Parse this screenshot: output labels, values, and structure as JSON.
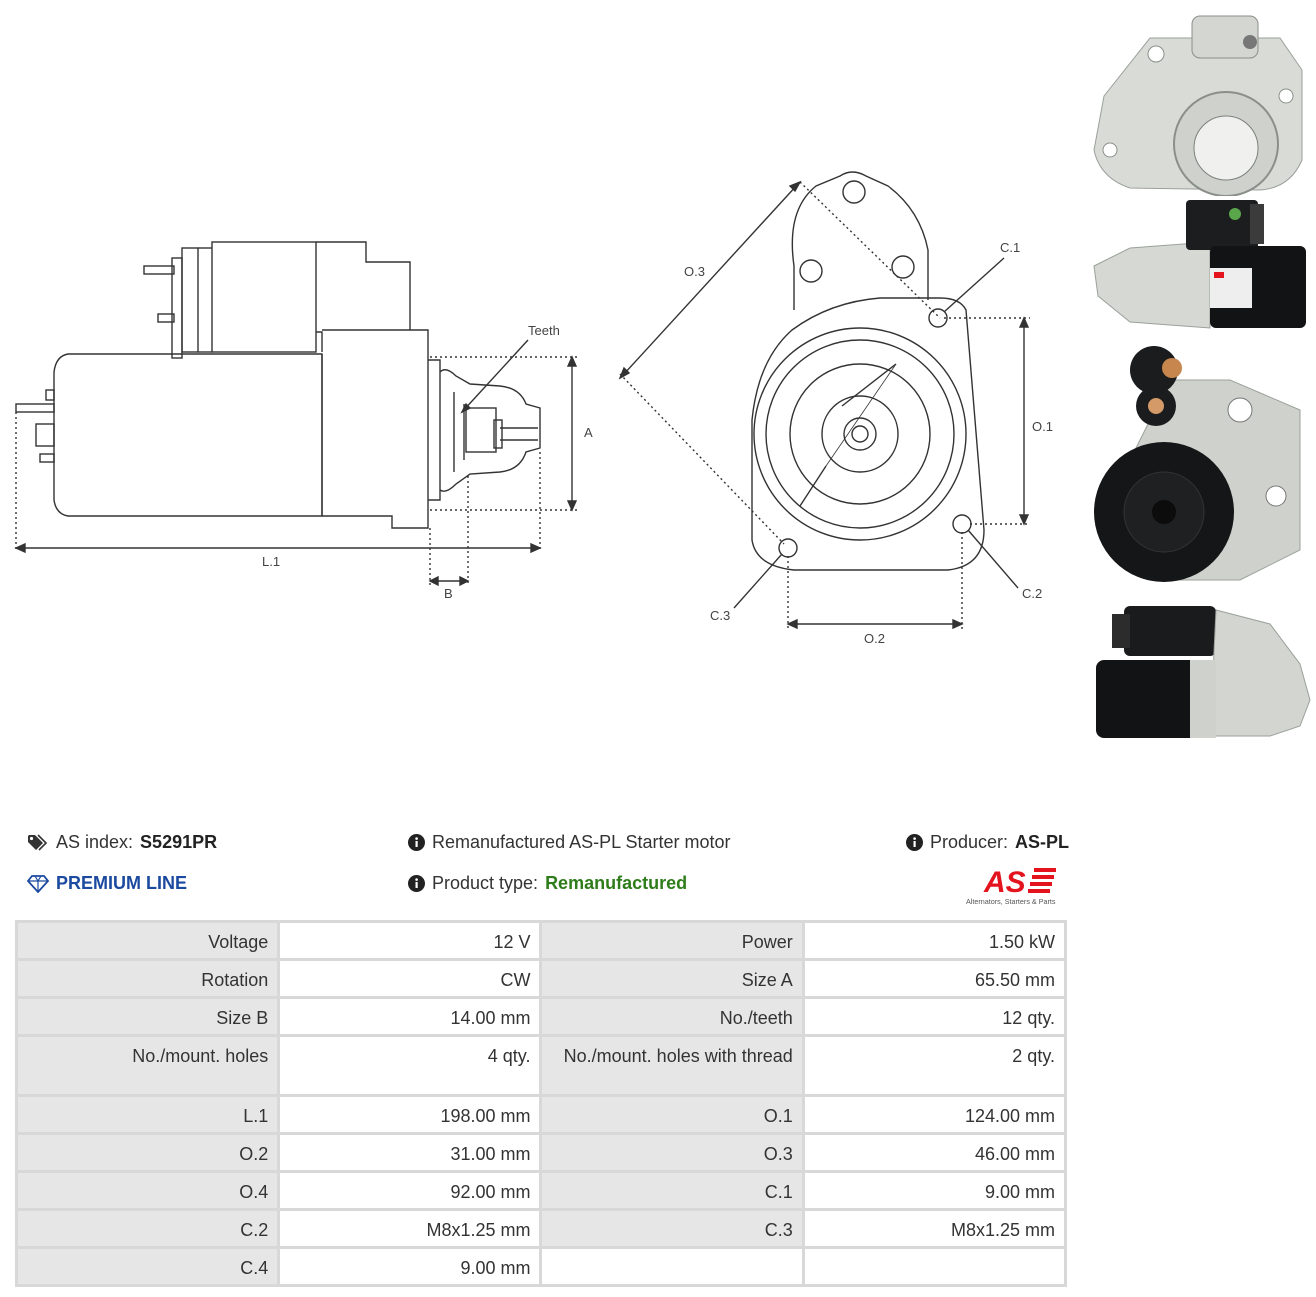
{
  "diagram": {
    "labels": {
      "teeth": "Teeth",
      "a": "A",
      "b": "B",
      "l1": "L.1",
      "o1": "O.1",
      "o2": "O.2",
      "o3": "O.3",
      "c1": "C.1",
      "c2": "C.2",
      "c3": "C.3"
    },
    "photos": [
      "front-view-photo",
      "side-view-photo",
      "rear-view-photo",
      "profile-view-photo"
    ]
  },
  "info": {
    "as_index_label": "AS index:",
    "as_index_value": "S5291PR",
    "premium_line": "PREMIUM LINE",
    "description": "Remanufactured AS-PL Starter motor",
    "product_type_label": "Product type:",
    "product_type_value": "Remanufactured",
    "producer_label": "Producer:",
    "producer_value": "AS-PL",
    "logo_text": "AS",
    "logo_tagline": "Alternators, Starters & Parts"
  },
  "specs": [
    [
      "Voltage",
      "12 V",
      "Power",
      "1.50 kW"
    ],
    [
      "Rotation",
      "CW",
      "Size A",
      "65.50 mm"
    ],
    [
      "Size B",
      "14.00 mm",
      "No./teeth",
      "12 qty."
    ],
    [
      "No./mount. holes",
      "4 qty.",
      "No./mount. holes with thread",
      "2 qty."
    ],
    [
      "L.1",
      "198.00 mm",
      "O.1",
      "124.00 mm"
    ],
    [
      "O.2",
      "31.00 mm",
      "O.3",
      "46.00 mm"
    ],
    [
      "O.4",
      "92.00 mm",
      "C.1",
      "9.00 mm"
    ],
    [
      "C.2",
      "M8x1.25 mm",
      "C.3",
      "M8x1.25 mm"
    ],
    [
      "C.4",
      "9.00 mm",
      "",
      ""
    ]
  ],
  "colors": {
    "green": "#2e7d1a",
    "blue": "#1c4aa0",
    "logo_red": "#e3141d",
    "label_bg": "#e6e6e6",
    "border": "#d8d8d8"
  }
}
